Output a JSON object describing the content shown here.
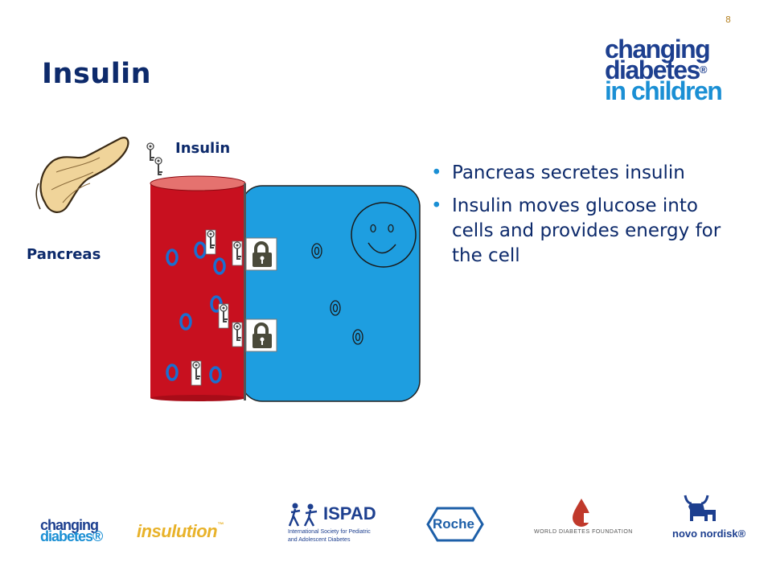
{
  "slide": {
    "page_number": "8",
    "title": "Insulin"
  },
  "brand_logo": {
    "line1": "changing",
    "line2": "diabetes",
    "line2_mark": "®",
    "line3": "in children"
  },
  "diagram": {
    "insulin_label": "Insulin",
    "pancreas_label": "Pancreas",
    "colors": {
      "blood_vessel": "#c8101f",
      "cell": "#1e9ee0",
      "glucose_ring": "#1a6fd0",
      "lock": "#4a4a3a"
    }
  },
  "bullets": [
    "Pancreas secretes insulin",
    "Insulin moves glucose into cells and provides energy for the cell"
  ],
  "footer": {
    "changing_diabetes": {
      "line1": "changing",
      "line2": "diabetes®"
    },
    "insulution": "insulution",
    "insulution_mark": "™",
    "ispad": {
      "title": "ISPAD",
      "line1": "International Society for Pediatric",
      "line2": "and Adolescent Diabetes"
    },
    "roche": "Roche",
    "wdf": "WORLD DIABETES FOUNDATION",
    "novo": "novo nordisk®"
  }
}
